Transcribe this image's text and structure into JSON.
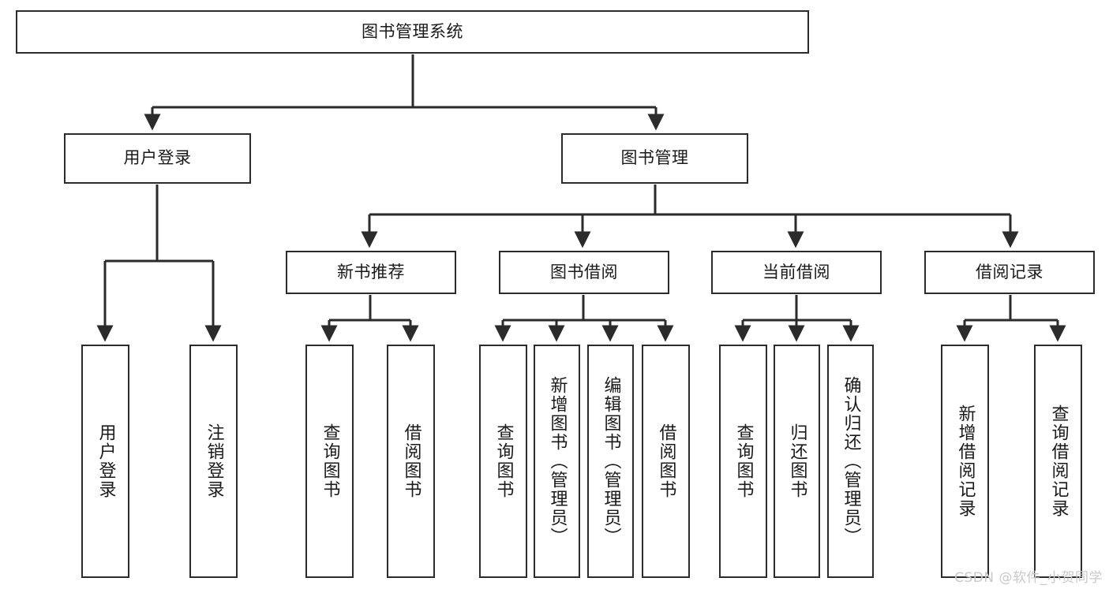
{
  "diagram": {
    "type": "tree-hierarchy-chart",
    "title": "图书管理系统",
    "line_color": "#2b2b2b",
    "box_fill": "#ffffff",
    "text_color": "#1a1a1a",
    "root": {
      "id": "root",
      "label": "图书管理系统"
    },
    "level2": [
      {
        "id": "user-login",
        "label": "用户登录"
      },
      {
        "id": "book-manage",
        "label": "图书管理"
      }
    ],
    "level3": [
      {
        "id": "new-book-recommend",
        "label": "新书推荐",
        "parent": "book-manage"
      },
      {
        "id": "book-borrow",
        "label": "图书借阅",
        "parent": "book-manage"
      },
      {
        "id": "current-borrow",
        "label": "当前借阅",
        "parent": "book-manage"
      },
      {
        "id": "borrow-record",
        "label": "借阅记录",
        "parent": "book-manage"
      }
    ],
    "leaves": [
      {
        "id": "leaf-user-login",
        "label": "用户登录",
        "parent": "user-login"
      },
      {
        "id": "leaf-logout-login",
        "label": "注销登录",
        "parent": "user-login"
      },
      {
        "id": "leaf-query-book-1",
        "label": "查询图书",
        "parent": "new-book-recommend"
      },
      {
        "id": "leaf-borrow-book-1",
        "label": "借阅图书",
        "parent": "new-book-recommend"
      },
      {
        "id": "leaf-query-book-2",
        "label": "查询图书",
        "parent": "book-borrow"
      },
      {
        "id": "leaf-add-book",
        "label": "新增图书（管理员）",
        "parent": "book-borrow"
      },
      {
        "id": "leaf-edit-book",
        "label": "编辑图书（管理员）",
        "parent": "book-borrow"
      },
      {
        "id": "leaf-borrow-book-2",
        "label": "借阅图书",
        "parent": "book-borrow"
      },
      {
        "id": "leaf-query-book-3",
        "label": "查询图书",
        "parent": "current-borrow"
      },
      {
        "id": "leaf-return-book",
        "label": "归还图书",
        "parent": "current-borrow"
      },
      {
        "id": "leaf-confirm-return",
        "label": "确认归还（管理员）",
        "parent": "current-borrow"
      },
      {
        "id": "leaf-add-record",
        "label": "新增借阅记录",
        "parent": "borrow-record"
      },
      {
        "id": "leaf-query-record",
        "label": "查询借阅记录",
        "parent": "borrow-record"
      }
    ]
  },
  "watermark": {
    "text": "CSDN @软件_小贺同学"
  }
}
